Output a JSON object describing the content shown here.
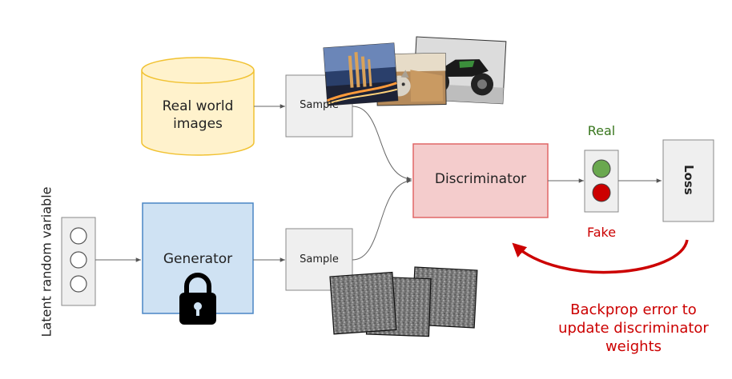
{
  "nodes": {
    "real_images": "Real world\nimages",
    "sample_top": "Sample",
    "sample_bottom": "Sample",
    "generator": "Generator",
    "discriminator": "Discriminator",
    "loss": "Loss",
    "latent": "Latent random variable",
    "real": "Real",
    "fake": "Fake",
    "backprop": "Backprop error to\nupdate discriminator\nweights"
  },
  "colors": {
    "real_db_fill": "#fff2cc",
    "real_db_stroke": "#f1c232",
    "generator_fill": "#cfe2f3",
    "generator_stroke": "#4a86c5",
    "discriminator_fill": "#f4cccc",
    "discriminator_stroke": "#e06666",
    "sample_fill": "#efefef",
    "real_label": "#38761d",
    "fake_label": "#cc0000",
    "backprop": "#cc0000",
    "light_green": "#6aa84f",
    "light_red": "#cc0000"
  },
  "icons": [
    "lock-icon",
    "photo-city-thumbnail",
    "photo-cat-thumbnail",
    "photo-motorcycle-thumbnail",
    "noise-thumbnail"
  ]
}
